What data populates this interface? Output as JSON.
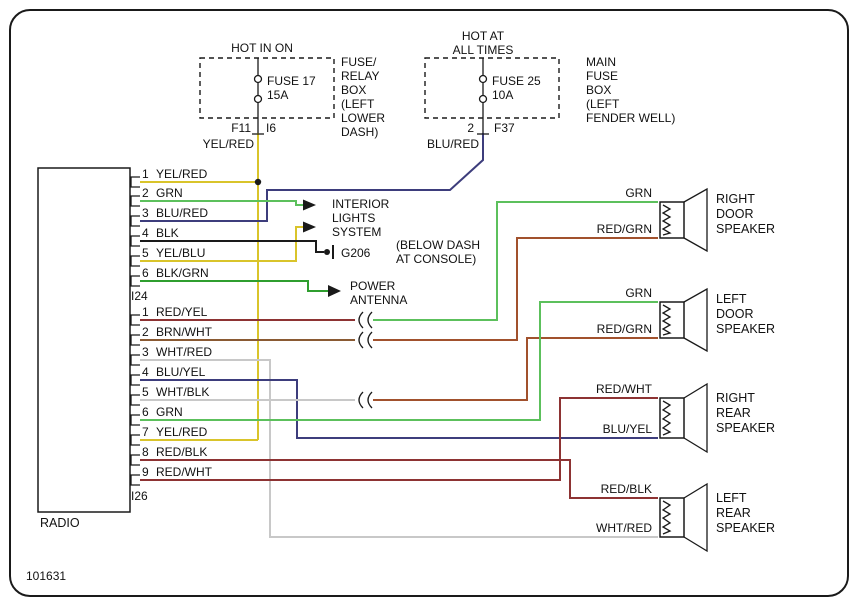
{
  "diagram_id": "101631",
  "colors": {
    "yellow": "#d9c42b",
    "green": "#5cc05c",
    "dark_green": "#2f9e2f",
    "navy": "#3d3d7c",
    "black": "#1a1a1a",
    "brown": "#8a5a33",
    "red_green": "#a1512d",
    "white_wire": "#c8c8c8",
    "dark_red": "#8d3333"
  },
  "power": {
    "fuse1": {
      "hot": "HOT IN ON",
      "name": "FUSE 17",
      "rating": "15A",
      "box_lines": [
        "FUSE/",
        "RELAY",
        "BOX",
        "(LEFT",
        "LOWER",
        "DASH)"
      ],
      "term_left": "F11",
      "term_right": "I6",
      "wire": "YEL/RED"
    },
    "fuse2": {
      "hot1": "HOT AT",
      "hot2": "ALL TIMES",
      "name": "FUSE 25",
      "rating": "10A",
      "box_lines": [
        "MAIN",
        "FUSE",
        "BOX",
        "(LEFT",
        "FENDER WELL)"
      ],
      "term_left": "2",
      "term_right": "F37",
      "wire": "BLU/RED"
    }
  },
  "radio": {
    "label": "RADIO",
    "connector1": {
      "id": "I24",
      "pins": [
        {
          "num": "1",
          "label": "YEL/RED"
        },
        {
          "num": "2",
          "label": "GRN"
        },
        {
          "num": "3",
          "label": "BLU/RED"
        },
        {
          "num": "4",
          "label": "BLK"
        },
        {
          "num": "5",
          "label": "YEL/BLU"
        },
        {
          "num": "6",
          "label": "BLK/GRN"
        }
      ]
    },
    "connector2": {
      "id": "I26",
      "pins": [
        {
          "num": "1",
          "label": "RED/YEL"
        },
        {
          "num": "2",
          "label": "BRN/WHT"
        },
        {
          "num": "3",
          "label": "WHT/RED"
        },
        {
          "num": "4",
          "label": "BLU/YEL"
        },
        {
          "num": "5",
          "label": "WHT/BLK"
        },
        {
          "num": "6",
          "label": "GRN"
        },
        {
          "num": "7",
          "label": "YEL/RED"
        },
        {
          "num": "8",
          "label": "RED/BLK"
        },
        {
          "num": "9",
          "label": "RED/WHT"
        }
      ]
    }
  },
  "targets": {
    "interior": [
      "INTERIOR",
      "LIGHTS",
      "SYSTEM"
    ],
    "ground_id": "G206",
    "ground_note": [
      "(BELOW DASH",
      "AT CONSOLE)"
    ],
    "antenna": [
      "POWER",
      "ANTENNA"
    ]
  },
  "speakers": [
    {
      "lines": [
        "RIGHT",
        "DOOR",
        "SPEAKER"
      ],
      "top": "GRN",
      "bottom": "RED/GRN"
    },
    {
      "lines": [
        "LEFT",
        "DOOR",
        "SPEAKER"
      ],
      "top": "GRN",
      "bottom": "RED/GRN"
    },
    {
      "lines": [
        "RIGHT",
        "REAR",
        "SPEAKER"
      ],
      "top": "RED/WHT",
      "bottom": "BLU/YEL"
    },
    {
      "lines": [
        "LEFT",
        "REAR",
        "SPEAKER"
      ],
      "top": "RED/BLK",
      "bottom": "WHT/RED"
    }
  ]
}
